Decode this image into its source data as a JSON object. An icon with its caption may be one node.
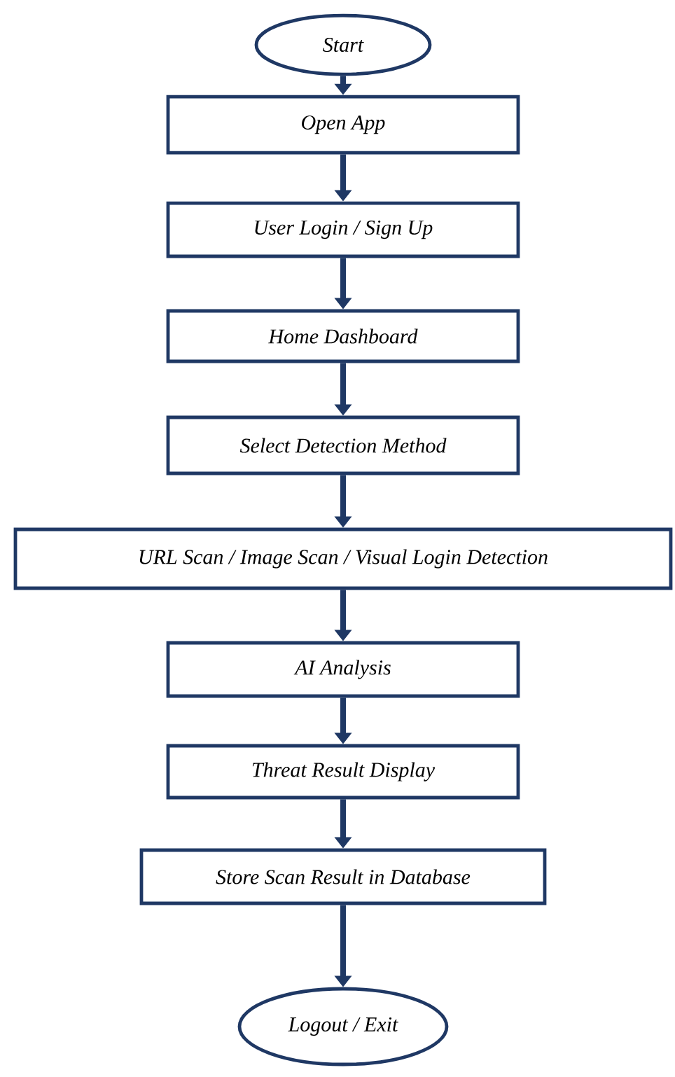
{
  "diagram": {
    "nodes": [
      {
        "text": [
          "Start"
        ]
      },
      {
        "text": [
          "Open App"
        ]
      },
      {
        "text": [
          "User Login / Sign Up"
        ]
      },
      {
        "text": [
          "Home Dashboard"
        ]
      },
      {
        "text": [
          "Select Detection Method"
        ]
      },
      {
        "text": [
          "URL Scan / Image Scan / Visual Login Detection"
        ]
      },
      {
        "text": [
          "AI Analysis"
        ]
      },
      {
        "text": [
          "Threat Result Display"
        ]
      },
      {
        "text": [
          "Store Scan Result in Database"
        ]
      },
      {
        "text": [
          "Logout / Exit"
        ]
      }
    ],
    "edges": [
      {
        "from": 0,
        "to": 1,
        "arrow": "to"
      },
      {
        "from": 1,
        "to": 2,
        "arrow": "to"
      },
      {
        "from": 2,
        "to": 3,
        "arrow": "to"
      },
      {
        "from": 3,
        "to": 4,
        "arrow": "to"
      },
      {
        "from": 4,
        "to": 5,
        "arrow": "to"
      },
      {
        "from": 5,
        "to": 6,
        "arrow": "to"
      },
      {
        "from": 6,
        "to": 7,
        "arrow": "to"
      },
      {
        "from": 7,
        "to": 8,
        "arrow": "to"
      },
      {
        "from": 8,
        "to": 9,
        "arrow": "to"
      }
    ]
  }
}
